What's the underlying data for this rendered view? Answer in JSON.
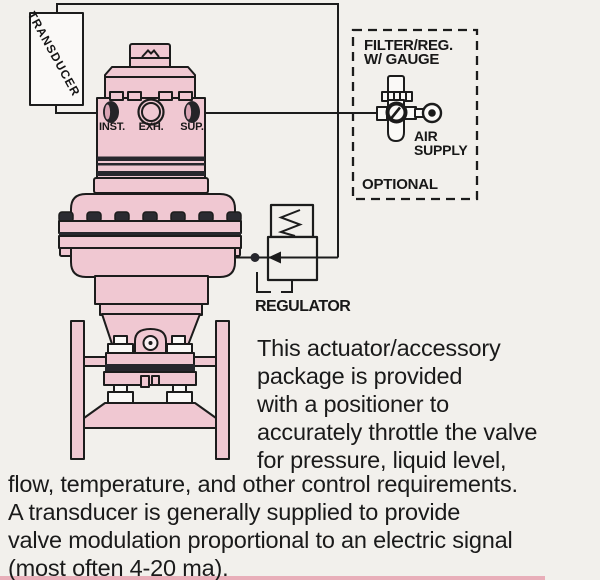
{
  "colors": {
    "background": "#f2f0ec",
    "valve_pink": "#f0c8d2",
    "outline": "#1c1c1c",
    "dark_band": "#27272d",
    "bottom_strip": "#e9aeb9"
  },
  "transducer": {
    "label": "TRANSDUCER"
  },
  "positioner": {
    "ports": {
      "inst": "INST.",
      "exh": "EXH.",
      "sup": "SUP."
    }
  },
  "regulator": {
    "label": "REGULATOR"
  },
  "optional_box": {
    "title_line1": "FILTER/REG.",
    "title_line2": "W/ GAUGE",
    "air_supply_line1": "AIR",
    "air_supply_line2": "SUPPLY",
    "footer_label": "OPTIONAL"
  },
  "caption": {
    "indented_lines": [
      "This actuator/accessory",
      "package is provided",
      "with a positioner to",
      "accurately throttle the valve",
      "for pressure, liquid level,"
    ],
    "full_lines": [
      "flow, temperature, and other control requirements.",
      "A transducer is generally supplied to provide",
      "valve modulation proportional to an electric signal",
      "(most often 4-20 ma)."
    ]
  }
}
